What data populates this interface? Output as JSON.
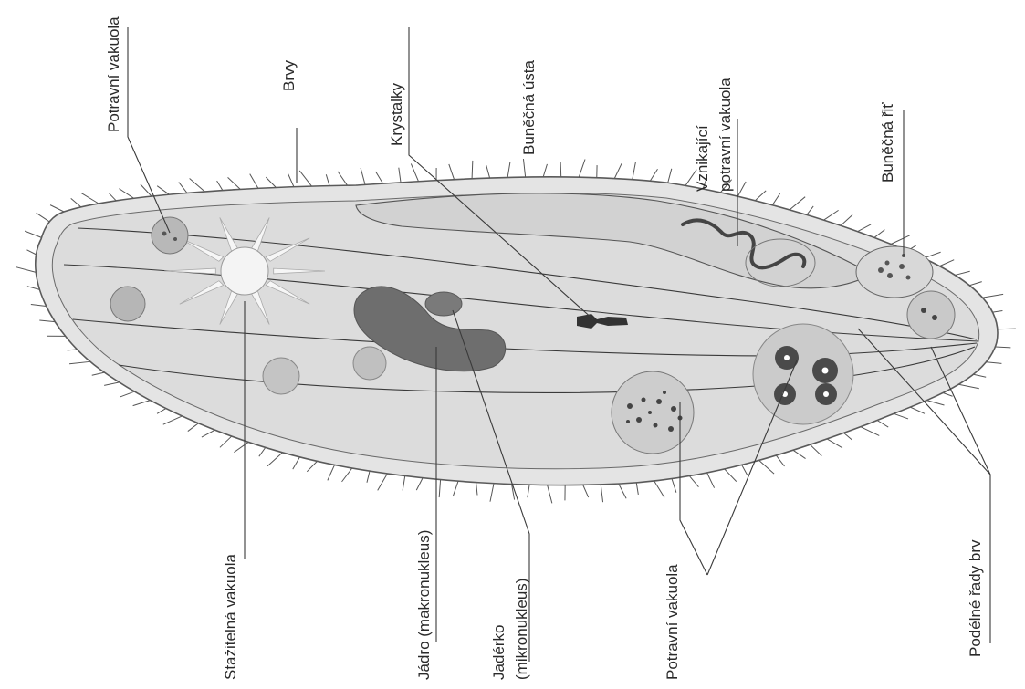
{
  "diagram": {
    "labels": {
      "food_vacuole_top": "Potravní vakuola",
      "cilia": "Brvy",
      "crystals": "Krystalky",
      "cell_mouth": "Buněčná ústa",
      "forming_vacuole_line1": "Vznikající",
      "forming_vacuole_line2": "potravní vakuola",
      "cell_anus": "Buněčná řiť",
      "contractile_vacuole": "Stažitelná vakuola",
      "macronucleus": "Jádro (makronukleus)",
      "micronucleus_line1": "Jadérko",
      "micronucleus_line2": "(mikronukleus)",
      "food_vacuole_bottom": "Potravní vakuola",
      "cilia_rows": "Podélné řady brv"
    },
    "colors": {
      "body_fill": "#e2e2e2",
      "outline": "#555555",
      "nucleus": "#6f6f6f",
      "vacuole": "#c9c9c9",
      "dark_particle": "#333333"
    }
  }
}
